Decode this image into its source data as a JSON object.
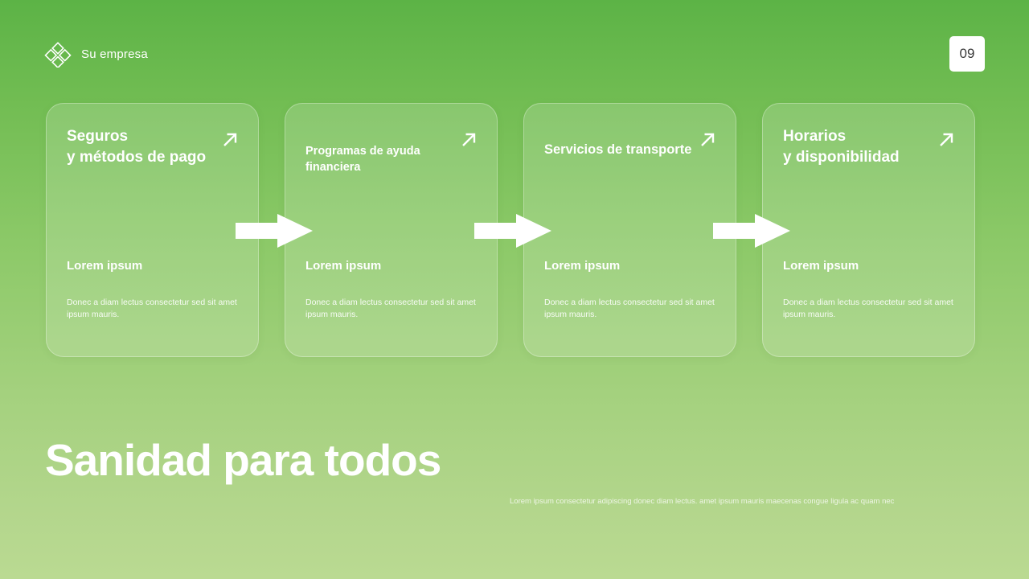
{
  "header": {
    "brand": "Su empresa",
    "logo_icon": "diamond-grid-logo",
    "page_number": "09"
  },
  "cards": [
    {
      "title": "Seguros\ny métodos de pago",
      "title_size": "large",
      "arrow_icon": "arrow-up-right-icon",
      "subtitle": "Lorem ipsum",
      "body": "Donec a diam lectus consectetur sed sit amet ipsum mauris."
    },
    {
      "title": "Programas de ayuda financiera",
      "title_size": "small",
      "arrow_icon": "arrow-up-right-icon",
      "subtitle": "Lorem ipsum",
      "body": "Donec a diam lectus consectetur sed sit amet ipsum mauris."
    },
    {
      "title": "Servicios de transporte",
      "title_size": "mid",
      "arrow_icon": "arrow-up-right-icon",
      "subtitle": "Lorem ipsum",
      "body": "Donec a diam lectus consectetur sed sit amet ipsum mauris."
    },
    {
      "title": "Horarios\ny disponibilidad",
      "title_size": "large",
      "arrow_icon": "arrow-up-right-icon",
      "subtitle": "Lorem ipsum",
      "body": "Donec a diam lectus consectetur sed sit amet ipsum mauris."
    }
  ],
  "connectors": [
    {
      "icon": "right-arrow-icon"
    },
    {
      "icon": "right-arrow-icon"
    },
    {
      "icon": "right-arrow-icon"
    }
  ],
  "footer": {
    "headline": "Sanidad para todos",
    "note": "Lorem ipsum consectetur adipiscing donec diam lectus. amet ipsum mauris maecenas congue ligula ac quam nec"
  },
  "colors": {
    "gradient_top": "#5cb346",
    "gradient_bottom": "#bada92",
    "text_on_green": "#ffffff",
    "badge_bg": "#ffffff",
    "badge_text": "#3a3a3a"
  }
}
